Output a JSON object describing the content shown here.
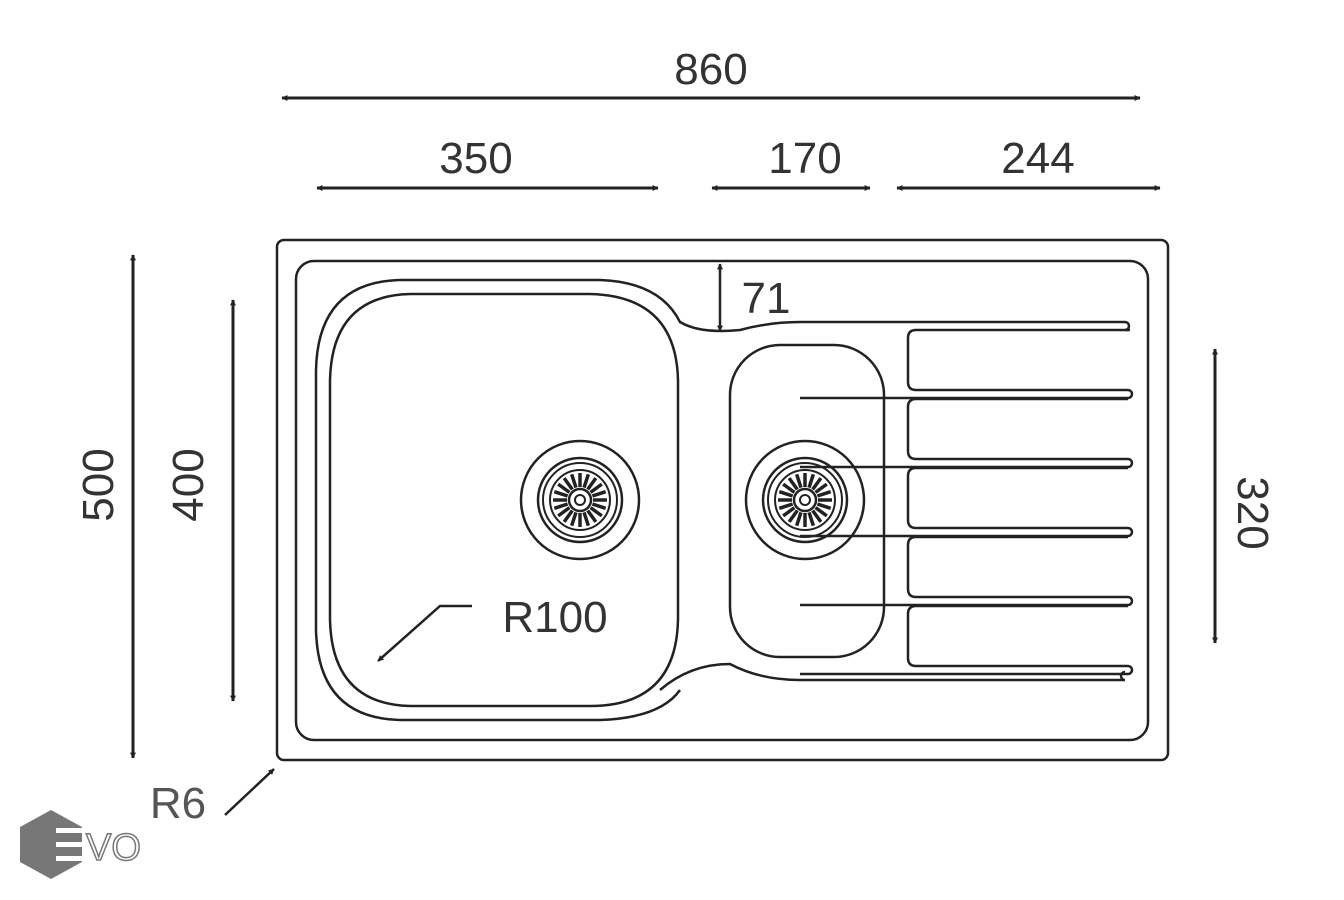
{
  "dimensions": {
    "total_width": "860",
    "bowl_width": "350",
    "small_bowl_width": "170",
    "drainer_width": "244",
    "total_depth": "500",
    "bowl_depth": "400",
    "drainer_depth": "320",
    "deck_gap": "71",
    "bowl_radius": "R100",
    "corner_radius": "R6"
  },
  "logo": {
    "text": "EVO"
  }
}
